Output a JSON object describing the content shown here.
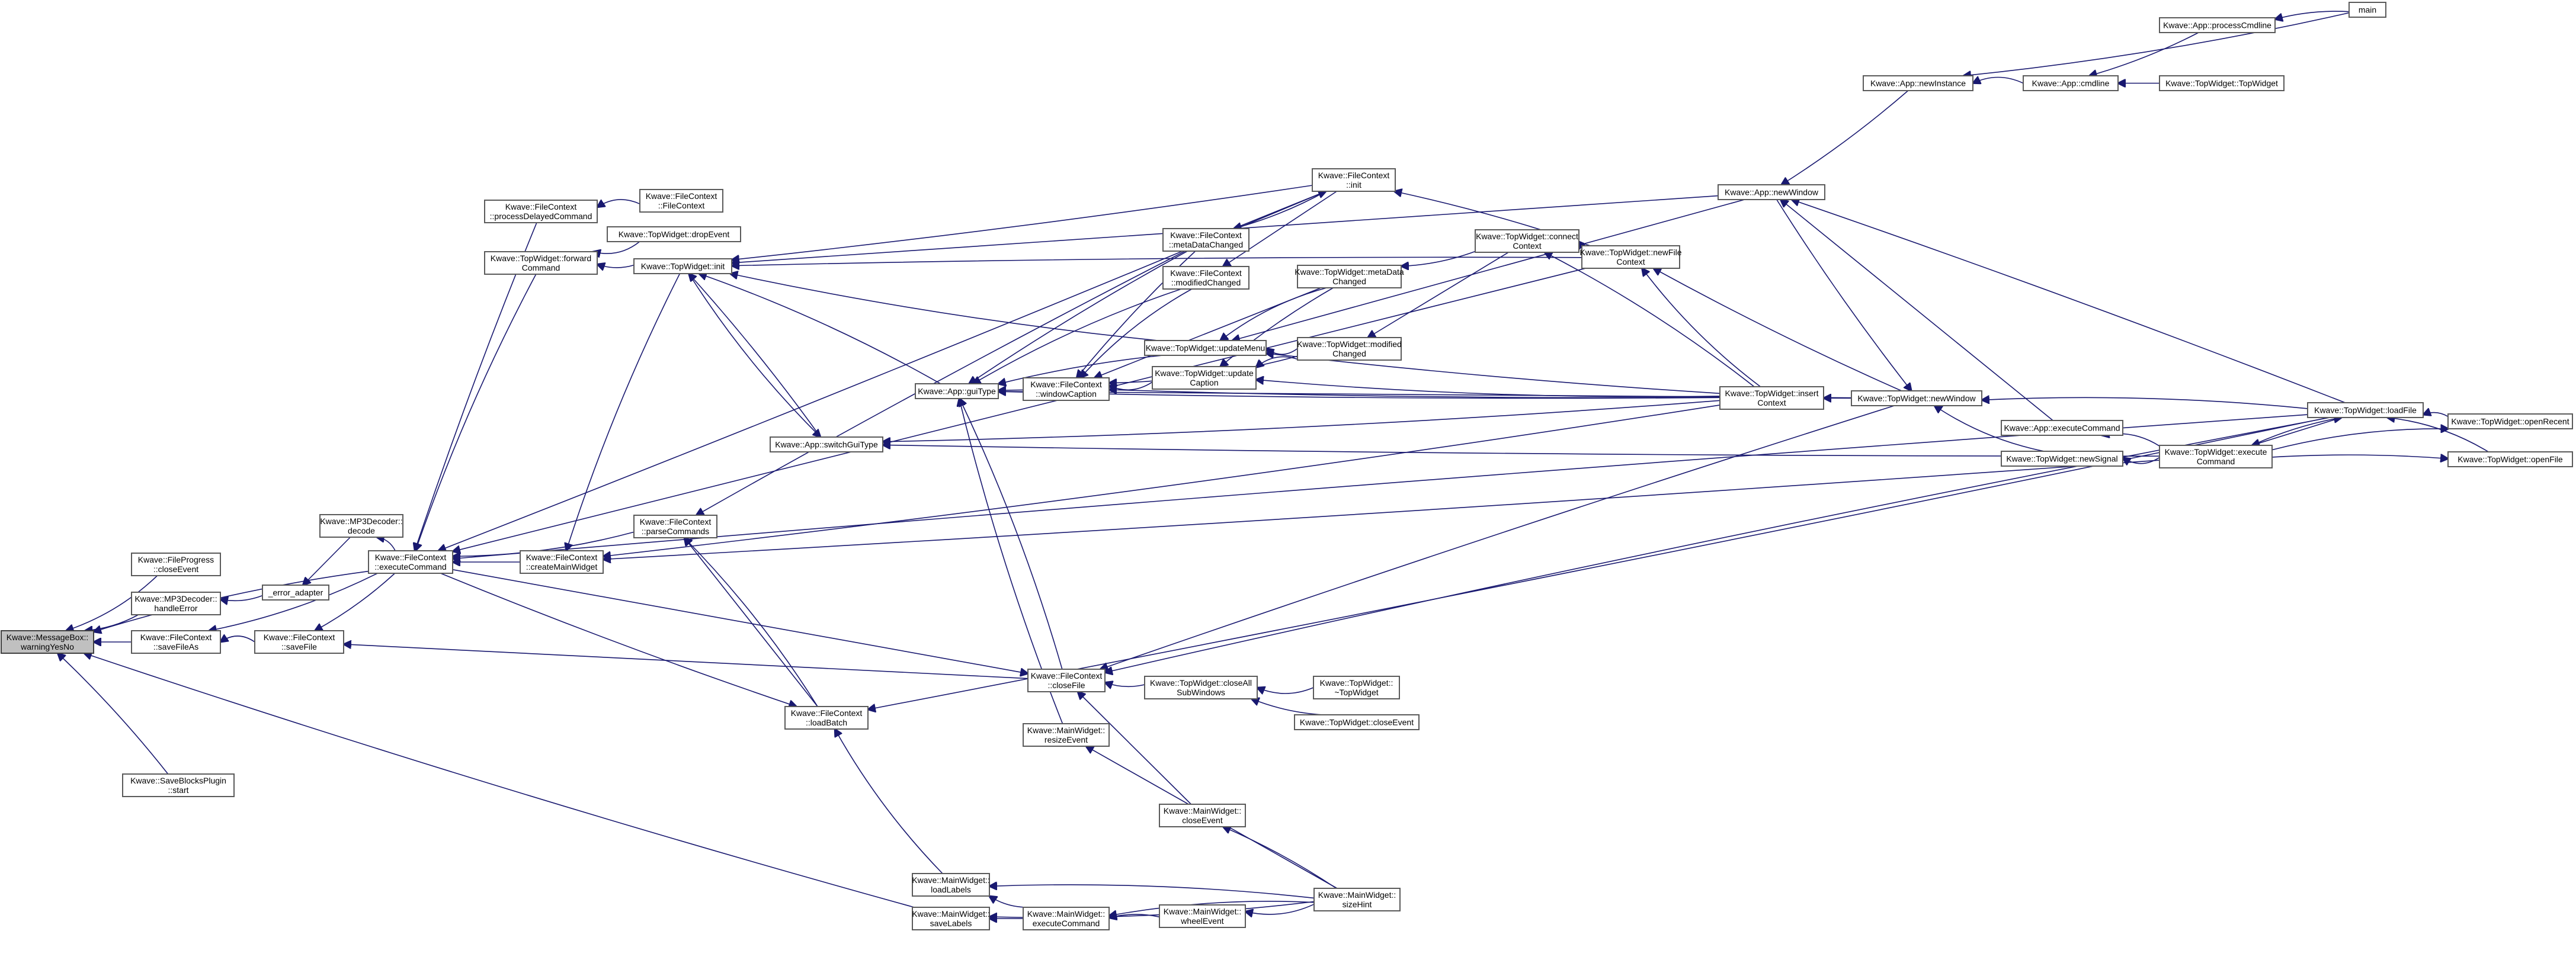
{
  "colors": {
    "edge": "#191970",
    "node_border": "#5a5a5a",
    "root_fill": "#c0c0c0",
    "background": "#ffffff"
  },
  "nodes": [
    {
      "id": "n_warn",
      "lines": [
        "Kwave::MessageBox::",
        "warningYesNo"
      ],
      "root": true
    },
    {
      "id": "n_fileprog",
      "lines": [
        "Kwave::FileProgress",
        "::closeEvent"
      ]
    },
    {
      "id": "n_mp3err",
      "lines": [
        "Kwave::MP3Decoder::",
        "handleError"
      ]
    },
    {
      "id": "n_saveas",
      "lines": [
        "Kwave::FileContext",
        "::saveFileAs"
      ]
    },
    {
      "id": "n_saveblocks",
      "lines": [
        "Kwave::SaveBlocksPlugin",
        "::start"
      ]
    },
    {
      "id": "n_erradapter",
      "lines": [
        "_error_adapter"
      ]
    },
    {
      "id": "n_mp3dec",
      "lines": [
        "Kwave::MP3Decoder::",
        "decode"
      ]
    },
    {
      "id": "n_savefile",
      "lines": [
        "Kwave::FileContext",
        "::saveFile"
      ]
    },
    {
      "id": "n_fcexec",
      "lines": [
        "Kwave::FileContext",
        "::executeCommand"
      ]
    },
    {
      "id": "n_procdelayed",
      "lines": [
        "Kwave::FileContext",
        "::processDelayedCommand"
      ]
    },
    {
      "id": "n_fcctor",
      "lines": [
        "Kwave::FileContext",
        "::FileContext"
      ]
    },
    {
      "id": "n_dropevent",
      "lines": [
        "Kwave::TopWidget::dropEvent"
      ]
    },
    {
      "id": "n_forward",
      "lines": [
        "Kwave::TopWidget::forward",
        "Command"
      ]
    },
    {
      "id": "n_twinit",
      "lines": [
        "Kwave::TopWidget::init"
      ]
    },
    {
      "id": "n_createmw",
      "lines": [
        "Kwave::FileContext",
        "::createMainWidget"
      ]
    },
    {
      "id": "n_parsecmd",
      "lines": [
        "Kwave::FileContext",
        "::parseCommands"
      ]
    },
    {
      "id": "n_switchgui",
      "lines": [
        "Kwave::App::switchGuiType"
      ]
    },
    {
      "id": "n_loadbatch",
      "lines": [
        "Kwave::FileContext",
        "::loadBatch"
      ]
    },
    {
      "id": "n_guitype",
      "lines": [
        "Kwave::App::guiType"
      ]
    },
    {
      "id": "n_wincaption",
      "lines": [
        "Kwave::FileContext",
        "::windowCaption"
      ]
    },
    {
      "id": "n_closefile",
      "lines": [
        "Kwave::FileContext",
        "::closeFile"
      ]
    },
    {
      "id": "n_mwresize",
      "lines": [
        "Kwave::MainWidget::",
        "resizeEvent"
      ]
    },
    {
      "id": "n_mwclose",
      "lines": [
        "Kwave::MainWidget::",
        "closeEvent"
      ]
    },
    {
      "id": "n_mwload",
      "lines": [
        "Kwave::MainWidget::",
        "loadLabels"
      ]
    },
    {
      "id": "n_mwsave",
      "lines": [
        "Kwave::MainWidget::",
        "saveLabels"
      ]
    },
    {
      "id": "n_mwexec",
      "lines": [
        "Kwave::MainWidget::",
        "executeCommand"
      ]
    },
    {
      "id": "n_mwwheel",
      "lines": [
        "Kwave::MainWidget::",
        "wheelEvent"
      ]
    },
    {
      "id": "n_mwsize",
      "lines": [
        "Kwave::MainWidget::",
        "sizeHint"
      ]
    },
    {
      "id": "n_fcmeta",
      "lines": [
        "Kwave::FileContext",
        "::metaDataChanged"
      ]
    },
    {
      "id": "n_fcmod",
      "lines": [
        "Kwave::FileContext",
        "::modifiedChanged"
      ]
    },
    {
      "id": "n_fcinit",
      "lines": [
        "Kwave::FileContext",
        "::init"
      ]
    },
    {
      "id": "n_updmenu",
      "lines": [
        "Kwave::TopWidget::updateMenu"
      ]
    },
    {
      "id": "n_updcap",
      "lines": [
        "Kwave::TopWidget::update",
        "Caption"
      ]
    },
    {
      "id": "n_twmeta",
      "lines": [
        "Kwave::TopWidget::metaData",
        "Changed"
      ]
    },
    {
      "id": "n_twmod",
      "lines": [
        "Kwave::TopWidget::modified",
        "Changed"
      ]
    },
    {
      "id": "n_closeall",
      "lines": [
        "Kwave::TopWidget::closeAll",
        "SubWindows"
      ]
    },
    {
      "id": "n_twdtor",
      "lines": [
        "Kwave::TopWidget::",
        "~TopWidget"
      ]
    },
    {
      "id": "n_twclose",
      "lines": [
        "Kwave::TopWidget::closeEvent"
      ]
    },
    {
      "id": "n_connctx",
      "lines": [
        "Kwave::TopWidget::connect",
        "Context"
      ]
    },
    {
      "id": "n_newfilectx",
      "lines": [
        "Kwave::TopWidget::newFile",
        "Context"
      ]
    },
    {
      "id": "n_insctx",
      "lines": [
        "Kwave::TopWidget::insert",
        "Context"
      ]
    },
    {
      "id": "n_twnewwin",
      "lines": [
        "Kwave::TopWidget::newWindow"
      ]
    },
    {
      "id": "n_appnewwin",
      "lines": [
        "Kwave::App::newWindow"
      ]
    },
    {
      "id": "n_newinst",
      "lines": [
        "Kwave::App::newInstance"
      ]
    },
    {
      "id": "n_cmdline",
      "lines": [
        "Kwave::App::cmdline"
      ]
    },
    {
      "id": "n_proccmd",
      "lines": [
        "Kwave::App::processCmdline"
      ]
    },
    {
      "id": "n_main",
      "lines": [
        "main"
      ]
    },
    {
      "id": "n_twctor",
      "lines": [
        "Kwave::TopWidget::TopWidget"
      ]
    },
    {
      "id": "n_appexec",
      "lines": [
        "Kwave::App::executeCommand"
      ]
    },
    {
      "id": "n_newsignal",
      "lines": [
        "Kwave::TopWidget::newSignal"
      ]
    },
    {
      "id": "n_twexec",
      "lines": [
        "Kwave::TopWidget::execute",
        "Command"
      ]
    },
    {
      "id": "n_loadfile",
      "lines": [
        "Kwave::TopWidget::loadFile"
      ]
    },
    {
      "id": "n_openrecent",
      "lines": [
        "Kwave::TopWidget::openRecent"
      ]
    },
    {
      "id": "n_openfile",
      "lines": [
        "Kwave::TopWidget::openFile"
      ]
    }
  ],
  "edges": [
    [
      "n_fileprog",
      "n_warn"
    ],
    [
      "n_mp3err",
      "n_warn"
    ],
    [
      "n_saveas",
      "n_warn"
    ],
    [
      "n_saveblocks",
      "n_warn"
    ],
    [
      "n_fcexec",
      "n_warn"
    ],
    [
      "n_mwsave",
      "n_warn"
    ],
    [
      "n_erradapter",
      "n_mp3err"
    ],
    [
      "n_mp3dec",
      "n_erradapter"
    ],
    [
      "n_fcexec",
      "n_mp3dec"
    ],
    [
      "n_savefile",
      "n_saveas"
    ],
    [
      "n_fcexec",
      "n_saveas"
    ],
    [
      "n_fcexec",
      "n_savefile"
    ],
    [
      "n_closefile",
      "n_savefile"
    ],
    [
      "n_procdelayed",
      "n_fcexec"
    ],
    [
      "n_forward",
      "n_fcexec"
    ],
    [
      "n_parsecmd",
      "n_fcexec"
    ],
    [
      "n_fcinit",
      "n_fcexec"
    ],
    [
      "n_newfilectx",
      "n_fcexec"
    ],
    [
      "n_loadfile",
      "n_fcexec"
    ],
    [
      "n_fcctor",
      "n_procdelayed"
    ],
    [
      "n_dropevent",
      "n_forward"
    ],
    [
      "n_twinit",
      "n_forward"
    ],
    [
      "n_fcexec",
      "n_closefile"
    ],
    [
      "n_fcexec",
      "n_loadbatch"
    ],
    [
      "n_twinit",
      "n_createmw"
    ],
    [
      "n_insctx",
      "n_createmw"
    ],
    [
      "n_twexec",
      "n_createmw"
    ],
    [
      "n_createmw",
      "n_fcexec"
    ],
    [
      "n_switchgui",
      "n_twinit"
    ],
    [
      "n_guitype",
      "n_twinit"
    ],
    [
      "n_updmenu",
      "n_twinit"
    ],
    [
      "n_fcinit",
      "n_twinit"
    ],
    [
      "n_appnewwin",
      "n_twinit"
    ],
    [
      "n_newfilectx",
      "n_twinit"
    ],
    [
      "n_twinit",
      "n_switchgui"
    ],
    [
      "n_insctx",
      "n_switchgui"
    ],
    [
      "n_twexec",
      "n_switchgui"
    ],
    [
      "n_loadbatch",
      "n_parsecmd"
    ],
    [
      "n_fcmeta",
      "n_parsecmd"
    ],
    [
      "n_loadbatch",
      "n_parsecmd"
    ],
    [
      "n_mwload",
      "n_loadbatch"
    ],
    [
      "n_loadfile",
      "n_loadbatch"
    ],
    [
      "n_wincaption",
      "n_guitype"
    ],
    [
      "n_updmenu",
      "n_guitype"
    ],
    [
      "n_closefile",
      "n_guitype"
    ],
    [
      "n_mwresize",
      "n_guitype"
    ],
    [
      "n_insctx",
      "n_guitype"
    ],
    [
      "n_twnewwin",
      "n_guitype"
    ],
    [
      "n_fcmeta",
      "n_guitype"
    ],
    [
      "n_fcmod",
      "n_guitype"
    ],
    [
      "n_updcap",
      "n_wincaption"
    ],
    [
      "n_insctx",
      "n_wincaption"
    ],
    [
      "n_twmeta",
      "n_wincaption"
    ],
    [
      "n_fcmeta",
      "n_wincaption"
    ],
    [
      "n_fcmod",
      "n_wincaption"
    ],
    [
      "n_twmod",
      "n_wincaption"
    ],
    [
      "n_closeall",
      "n_closefile"
    ],
    [
      "n_mwclose",
      "n_closefile"
    ],
    [
      "n_twnewwin",
      "n_closefile"
    ],
    [
      "n_loadfile",
      "n_closefile"
    ],
    [
      "n_twdtor",
      "n_closeall"
    ],
    [
      "n_twclose",
      "n_closeall"
    ],
    [
      "n_mwsize",
      "n_mwresize"
    ],
    [
      "n_mwsize",
      "n_mwclose"
    ],
    [
      "n_mwsize",
      "n_mwload"
    ],
    [
      "n_mwsize",
      "n_mwsave"
    ],
    [
      "n_mwexec",
      "n_mwload"
    ],
    [
      "n_mwexec",
      "n_mwsave"
    ],
    [
      "n_mwwheel",
      "n_mwexec"
    ],
    [
      "n_mwsize",
      "n_mwexec"
    ],
    [
      "n_mwsize",
      "n_mwwheel"
    ],
    [
      "n_fcinit",
      "n_fcmeta"
    ],
    [
      "n_fcinit",
      "n_fcmod"
    ],
    [
      "n_newfilectx",
      "n_fcinit"
    ],
    [
      "n_twmeta",
      "n_updmenu"
    ],
    [
      "n_twmod",
      "n_updmenu"
    ],
    [
      "n_insctx",
      "n_updmenu"
    ],
    [
      "n_appnewwin",
      "n_updmenu"
    ],
    [
      "n_twmeta",
      "n_updcap"
    ],
    [
      "n_twmod",
      "n_updcap"
    ],
    [
      "n_insctx",
      "n_updcap"
    ],
    [
      "n_connctx",
      "n_twmeta"
    ],
    [
      "n_connctx",
      "n_twmod"
    ],
    [
      "n_newfilectx",
      "n_connctx"
    ],
    [
      "n_insctx",
      "n_connctx"
    ],
    [
      "n_insctx",
      "n_newfilectx"
    ],
    [
      "n_twnewwin",
      "n_newfilectx"
    ],
    [
      "n_twnewwin",
      "n_insctx"
    ],
    [
      "n_appnewwin",
      "n_twnewwin"
    ],
    [
      "n_loadfile",
      "n_twnewwin"
    ],
    [
      "n_newsignal",
      "n_twnewwin"
    ],
    [
      "n_newinst",
      "n_appnewwin"
    ],
    [
      "n_appexec",
      "n_appnewwin"
    ],
    [
      "n_loadfile",
      "n_appnewwin"
    ],
    [
      "n_cmdline",
      "n_newinst"
    ],
    [
      "n_main",
      "n_newinst"
    ],
    [
      "n_proccmd",
      "n_cmdline"
    ],
    [
      "n_twctor",
      "n_cmdline"
    ],
    [
      "n_main",
      "n_proccmd"
    ],
    [
      "n_twexec",
      "n_appexec"
    ],
    [
      "n_twexec",
      "n_newsignal"
    ],
    [
      "n_twexec",
      "n_loadfile"
    ],
    [
      "n_loadfile",
      "n_twexec"
    ],
    [
      "n_openrecent",
      "n_loadfile"
    ],
    [
      "n_openfile",
      "n_loadfile"
    ],
    [
      "n_twexec",
      "n_openrecent"
    ],
    [
      "n_twexec",
      "n_openfile"
    ],
    [
      "n_fcmeta",
      "n_fcinit"
    ]
  ]
}
